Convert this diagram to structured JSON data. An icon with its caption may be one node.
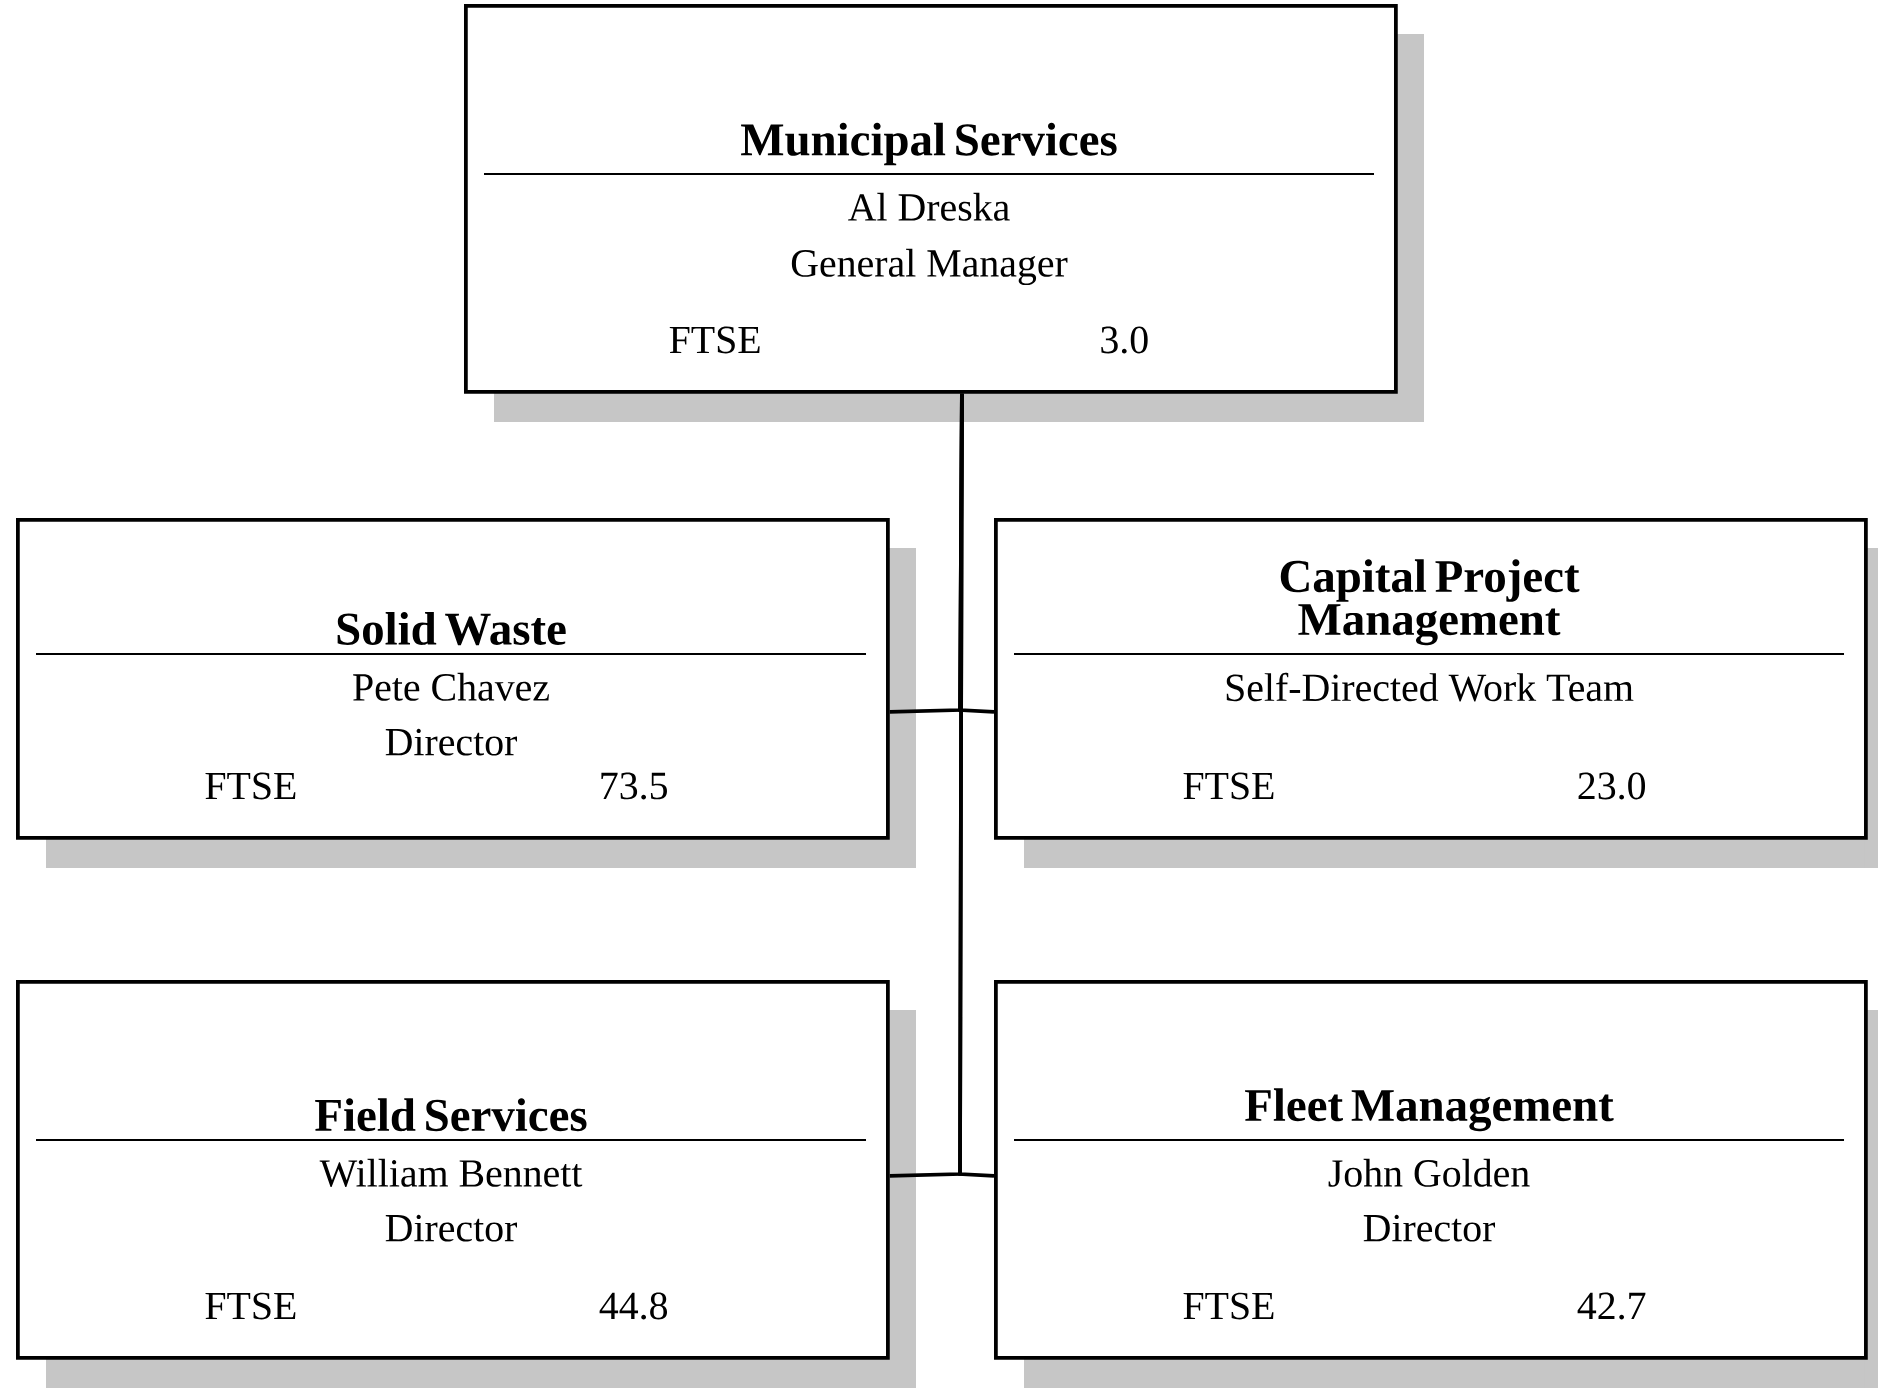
{
  "diagram": {
    "nodes": [
      {
        "text": [
          "Municipal Services",
          "Al Dreska",
          "General Manager",
          "FTSE",
          "3.0"
        ]
      },
      {
        "text": [
          "Solid Waste",
          "Pete Chavez",
          "Director",
          "FTSE",
          "73.5"
        ]
      },
      {
        "text": [
          "Capital Project Management",
          "Self-Directed Work Team",
          "FTSE",
          "23.0"
        ]
      },
      {
        "text": [
          "Field Services",
          "William Bennett",
          "Director",
          "FTSE",
          "44.8"
        ]
      },
      {
        "text": [
          "Fleet Management",
          "John Golden",
          "Director",
          "FTSE",
          "42.7"
        ]
      }
    ],
    "edges": [
      {
        "from": 0,
        "to": 1,
        "arrow": "none"
      },
      {
        "from": 0,
        "to": 2,
        "arrow": "none"
      },
      {
        "from": 0,
        "to": 3,
        "arrow": "none"
      },
      {
        "from": 0,
        "to": 4,
        "arrow": "none"
      }
    ]
  }
}
